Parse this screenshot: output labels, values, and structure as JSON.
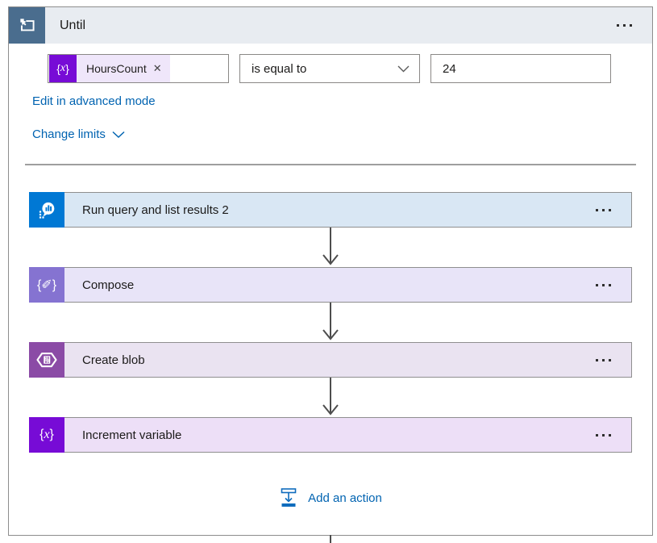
{
  "header": {
    "title": "Until"
  },
  "condition": {
    "variable": {
      "name": "HoursCount",
      "remove_glyph": "✕"
    },
    "operator": "is equal to",
    "value": "24"
  },
  "links": {
    "advanced_mode": "Edit in advanced mode",
    "change_limits": "Change limits"
  },
  "actions": [
    {
      "title": "Run query and list results 2"
    },
    {
      "title": "Compose"
    },
    {
      "title": "Create blob"
    },
    {
      "title": "Increment variable"
    }
  ],
  "footer": {
    "add_action_label": "Add an action"
  },
  "icons": {
    "variable": {
      "open": "{",
      "letter": "x",
      "close": "}"
    },
    "compose_glyph": "{✐}",
    "blob_line1": "10",
    "blob_line2": "01"
  },
  "colors": {
    "until_accent": "#4a6d8e",
    "header_bg": "#e8ecf1",
    "link_blue": "#0063b1",
    "run_query_accent": "#0078d4",
    "run_query_bg": "#d9e7f4",
    "compose_accent": "#8573d1",
    "compose_bg": "#e8e4f8",
    "create_blob_accent": "#8b4ba6",
    "create_blob_bg": "#eae3f1",
    "increment_variable_accent": "#770bd6",
    "increment_variable_bg": "#eddff7",
    "variable_token_bg": "#efe6fa",
    "add_action_blue": "#0f6cbd",
    "arrow_gray": "#4d4d4d"
  }
}
